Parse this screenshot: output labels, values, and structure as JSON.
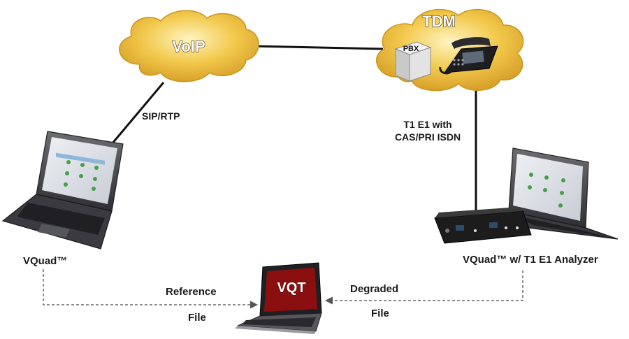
{
  "clouds": {
    "voip": "VoIP",
    "tdm": "TDM"
  },
  "devices": {
    "pbx": "PBX",
    "vqt_screen": "VQT"
  },
  "links": {
    "sip_rtp": "SIP/RTP",
    "t1e1_line1": "T1 E1 with",
    "t1e1_line2": "CAS/PRI ISDN"
  },
  "stations": {
    "left": "VQuad™",
    "right": "VQuad™ w/ T1 E1 Analyzer"
  },
  "flows": {
    "reference_line1": "Reference",
    "reference_line2": "File",
    "degraded_line1": "Degraded",
    "degraded_line2": "File"
  },
  "colors": {
    "cloud": "#f2c94c",
    "cloud_edge": "#c9961e",
    "vqt_screen": "#8b0f0f",
    "analyzer_box": "#1c1c1c"
  }
}
